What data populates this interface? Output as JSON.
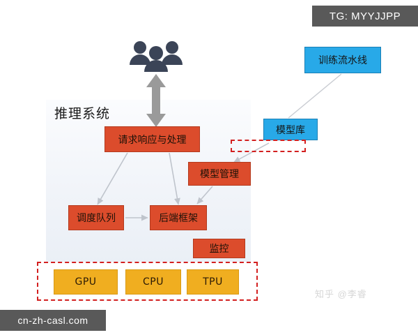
{
  "watermarks": {
    "telegram_chip": "TG: MYYJJPP",
    "site_chip": "cn-zh-casl.com",
    "zhihu": "知乎 @李睿"
  },
  "diagram": {
    "title": "推理系统",
    "panel_label": "推理系统",
    "people_icon_name": "users-group-icon",
    "arrow_icon_name": "double-headed-vertical-arrow-icon",
    "colors": {
      "red_node": "#dc4c2c",
      "blue_node": "#28a9e8",
      "amber_node": "#f0ae20",
      "dashed_highlight": "#d32020",
      "panel_background": "#f1f4f9",
      "connector_line": "#bfc4cc",
      "people_icon": "#3b4457",
      "arrow_fill": "#9a9a9a",
      "chip_background": "#595959"
    },
    "nodes": [
      {
        "id": "request",
        "label": "请求响应与处理",
        "group": "inference",
        "color": "red"
      },
      {
        "id": "modelmgmt",
        "label": "模型管理",
        "group": "inference",
        "color": "red"
      },
      {
        "id": "queue",
        "label": "调度队列",
        "group": "inference",
        "color": "red"
      },
      {
        "id": "backend",
        "label": "后端框架",
        "group": "inference",
        "color": "red"
      },
      {
        "id": "monitor",
        "label": "监控",
        "group": "inference",
        "color": "red"
      },
      {
        "id": "pipeline",
        "label": "训练流水线",
        "group": "training",
        "color": "blue"
      },
      {
        "id": "modelrepo",
        "label": "模型库",
        "group": "training",
        "color": "blue"
      },
      {
        "id": "gpu",
        "label": "GPU",
        "group": "hardware",
        "color": "amber"
      },
      {
        "id": "cpu",
        "label": "CPU",
        "group": "hardware",
        "color": "amber"
      },
      {
        "id": "tpu",
        "label": "TPU",
        "group": "hardware",
        "color": "amber"
      }
    ],
    "edges": [
      {
        "from": "users",
        "to": "request",
        "style": "double-arrow"
      },
      {
        "from": "request",
        "to": "queue",
        "style": "arrow"
      },
      {
        "from": "request",
        "to": "backend",
        "style": "arrow"
      },
      {
        "from": "queue",
        "to": "backend",
        "style": "arrow"
      },
      {
        "from": "modelmgmt",
        "to": "backend",
        "style": "arrow"
      },
      {
        "from": "pipeline",
        "to": "modelrepo",
        "style": "line"
      },
      {
        "from": "modelrepo",
        "to": "modelmgmt",
        "style": "arrow"
      }
    ],
    "highlights": [
      {
        "id": "hardware-highlight",
        "target": "hardware-row"
      },
      {
        "id": "modelrepo-highlight",
        "target": "model-repository"
      }
    ]
  }
}
